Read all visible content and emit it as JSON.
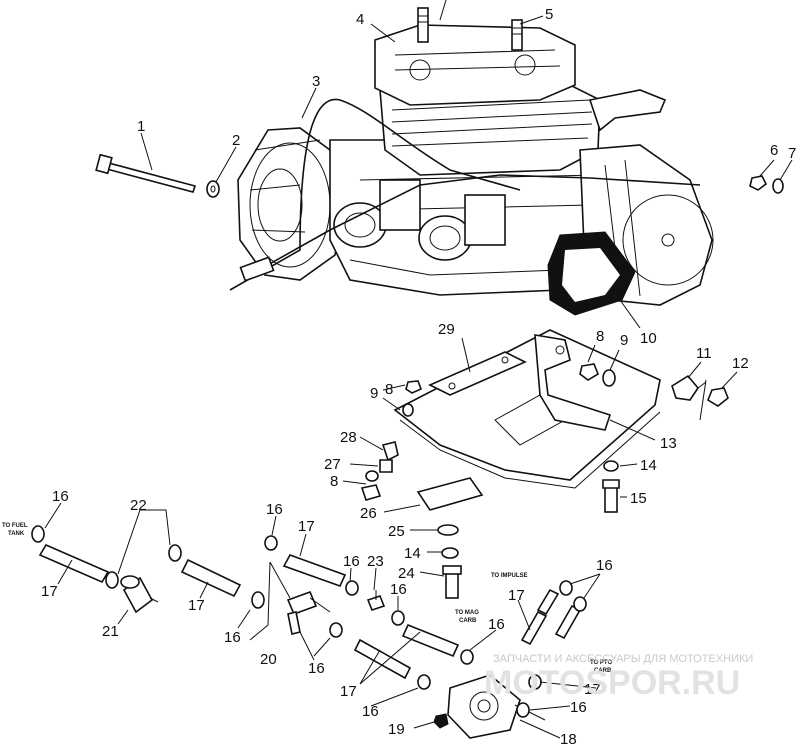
{
  "callouts": {
    "c1": "1",
    "c2": "2",
    "c3": "3",
    "c4": "4",
    "c5": "5",
    "c6": "6",
    "c7": "7",
    "c8a": "8",
    "c8b": "8",
    "c9a": "9",
    "c9b": "9",
    "c10": "10",
    "c11": "11",
    "c12": "12",
    "c13": "13",
    "c14a": "14",
    "c14b": "14",
    "c15": "15",
    "c16a": "16",
    "c16b": "16",
    "c16c": "16",
    "c16d": "16",
    "c16e": "16",
    "c16f": "16",
    "c16g": "16",
    "c16h": "16",
    "c16i": "16",
    "c16j": "16",
    "c17a": "17",
    "c17b": "17",
    "c17c": "17",
    "c17d": "17",
    "c17e": "17",
    "c17f": "17",
    "c18": "18",
    "c19": "19",
    "c20": "20",
    "c21": "21",
    "c22": "22",
    "c23": "23",
    "c24": "24",
    "c25": "25",
    "c26": "26",
    "c27": "27",
    "c28": "28",
    "c29": "29"
  },
  "notes": {
    "to_fuel_tank_1": "TO FUEL",
    "to_fuel_tank_2": "TANK",
    "to_impulse": "TO IMPULSE",
    "to_mag_carb_1": "TO MAG",
    "to_mag_carb_2": "CARB",
    "to_pto_carb_1": "TO PTO",
    "to_pto_carb_2": "CARB"
  },
  "watermark": {
    "tagline": "ЗАПЧАСТИ И АКСЕССУАРЫ ДЛЯ МОТОТЕХНИКИ",
    "brand": "MOTOSPOR.RU"
  }
}
